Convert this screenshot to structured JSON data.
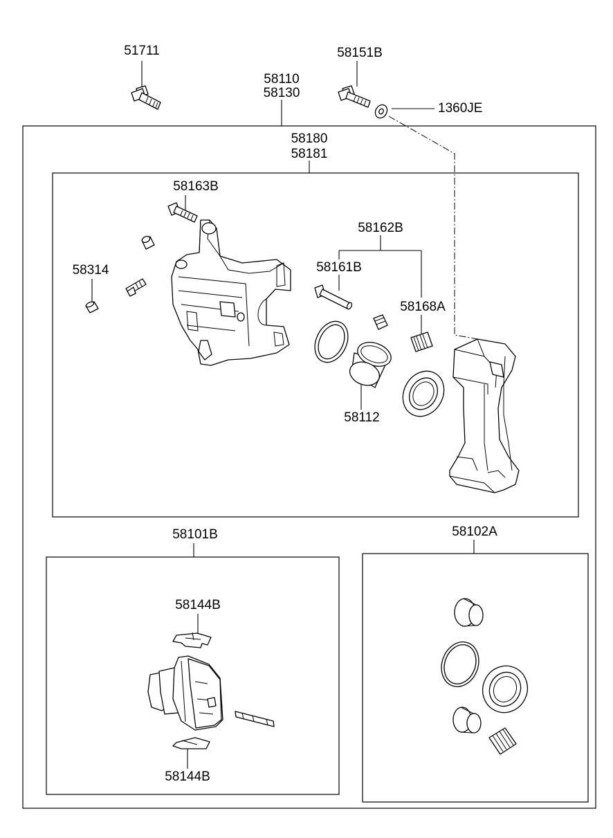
{
  "diagram": {
    "labels": {
      "bolt_top_left": "51711",
      "bolt_top_right": "58151B",
      "washer": "1360JE",
      "assembly_1": "58110",
      "assembly_2": "58130",
      "caliper_1": "58180",
      "caliper_2": "58181",
      "guide_bolt": "58163B",
      "bleeder": "58314",
      "pin_kit": "58162B",
      "guide_pin": "58161B",
      "pin_boot": "58168A",
      "piston": "58112",
      "pad_kit": "58101B",
      "pad_spring_top": "58144B",
      "pad_spring_bottom": "58144B",
      "seal_kit": "58102A"
    }
  }
}
